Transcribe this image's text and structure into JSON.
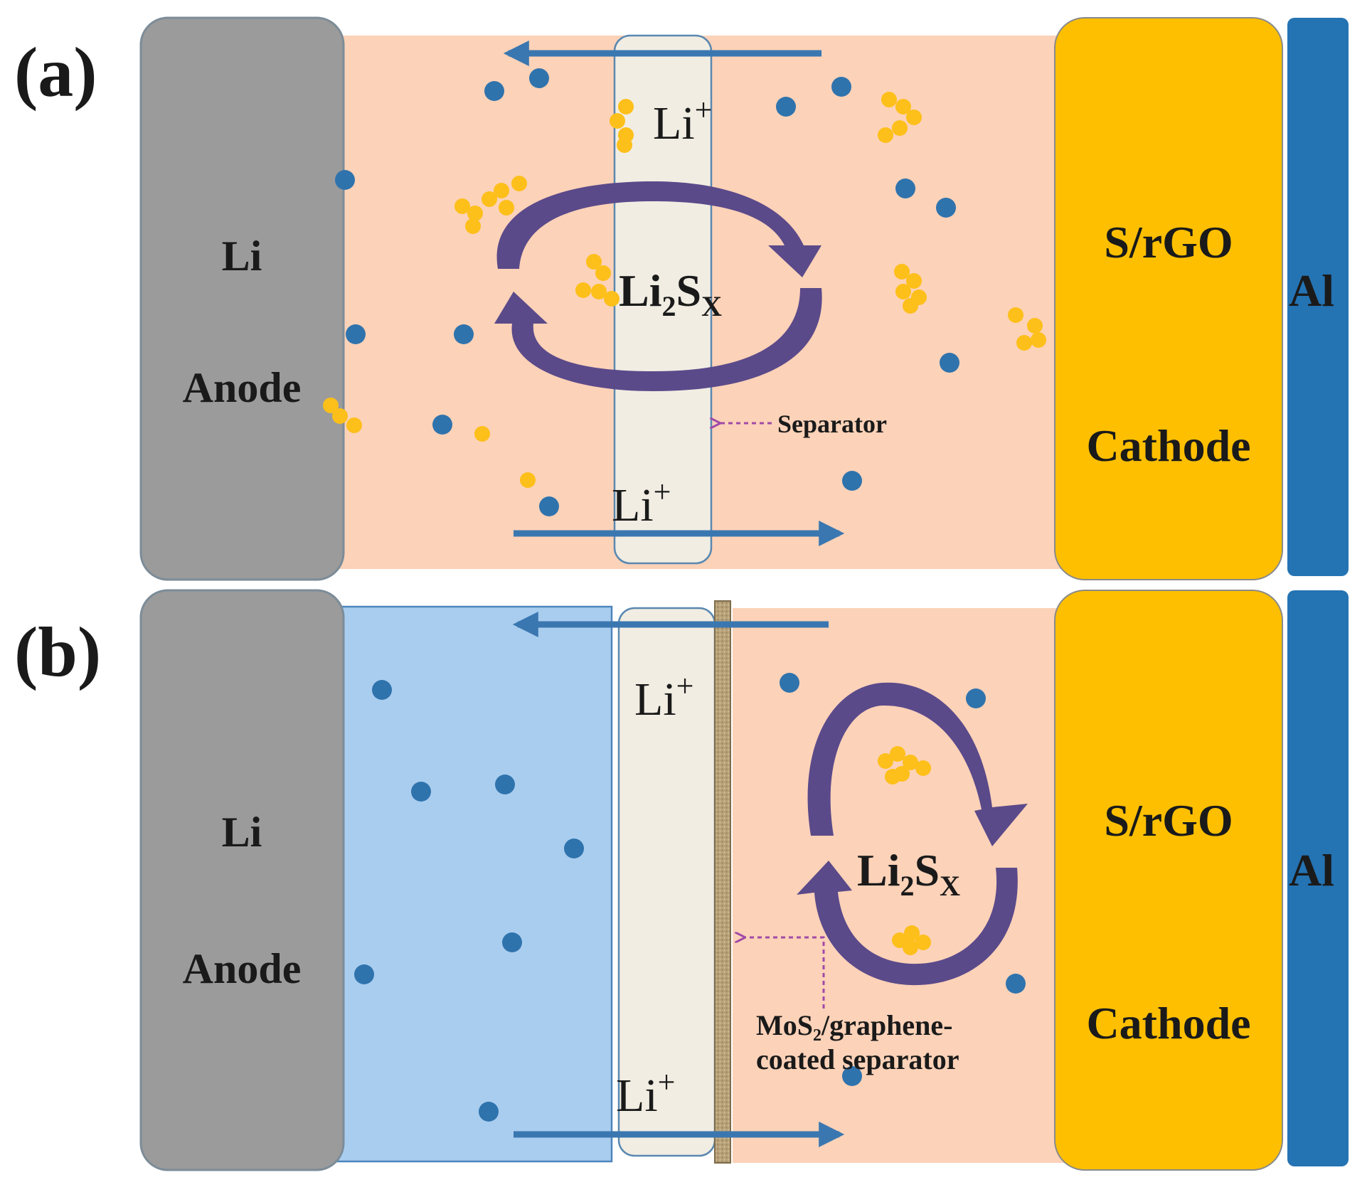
{
  "panel_a": {
    "letter": "(a)",
    "anode_line1": "Li",
    "anode_line2": "Anode",
    "cathode_line1": "S/rGO",
    "cathode_line2": "Cathode",
    "collector": "Al",
    "li_ion_top": "Li",
    "li_ion_bottom": "Li",
    "ion_charge": "+",
    "polysulfide_main": "Li",
    "polysulfide_sub1": "2",
    "polysulfide_mid": "S",
    "polysulfide_sub2": "X",
    "separator_label": "Separator"
  },
  "panel_b": {
    "letter": "(b)",
    "anode_line1": "Li",
    "anode_line2": "Anode",
    "cathode_line1": "S/rGO",
    "cathode_line2": "Cathode",
    "collector": "Al",
    "li_ion_top": "Li",
    "li_ion_bottom": "Li",
    "ion_charge": "+",
    "polysulfide_main": "Li",
    "polysulfide_sub1": "2",
    "polysulfide_mid": "S",
    "polysulfide_sub2": "X",
    "coated_label_line1": "MoS₂/graphene-",
    "coated_label_line2": "coated separator"
  },
  "colors": {
    "anode": "#9b9b9b",
    "electrolyte_polysulfide": "#fcd2b8",
    "electrolyte_clean": "#a9cdef",
    "cathode": "#fdbf00",
    "collector": "#2473b3",
    "separator": "#f1ede3",
    "coating": "#b8a27a",
    "li_ion_dot": "#2f73ad",
    "sulfur_dot": "#fdbf1a",
    "cycle_arrow": "#5b4a8a",
    "label_arrow": "#a14aa8",
    "ion_arrow": "#3a77b0"
  }
}
